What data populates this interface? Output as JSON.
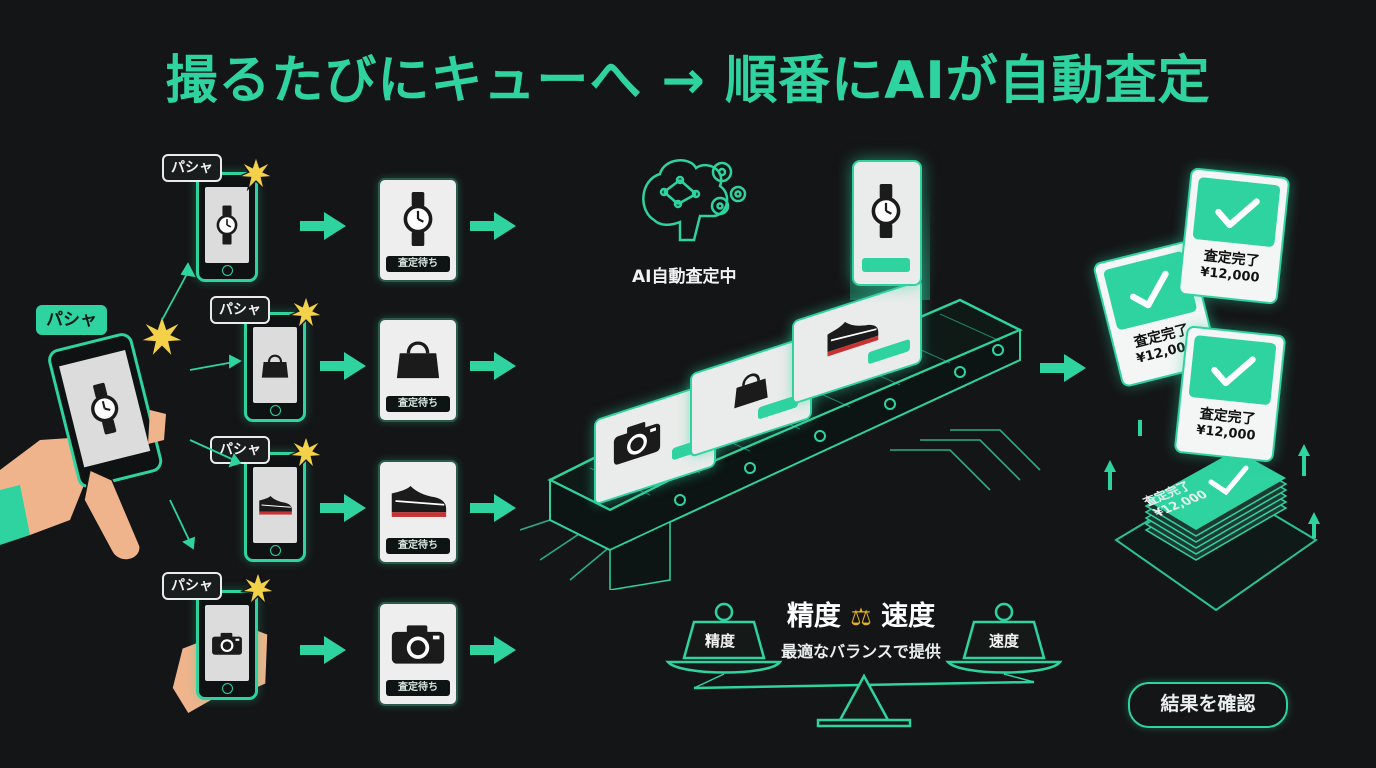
{
  "header": {
    "title": "撮るたびにキューへ → 順番にAIが自動査定"
  },
  "capture": {
    "sound": "パシャ"
  },
  "queue": {
    "status": "査定待ち",
    "items": [
      {
        "icon": "watch-icon"
      },
      {
        "icon": "handbag-icon"
      },
      {
        "icon": "sneaker-icon"
      },
      {
        "icon": "camera-icon"
      }
    ]
  },
  "ai": {
    "label": "AI自動査定中"
  },
  "results": {
    "status": "査定完了",
    "price": "¥12,000",
    "stack_status": "査定完了",
    "stack_price": "¥12,000"
  },
  "balance": {
    "title_left": "精度",
    "title_right": "速度",
    "subtitle": "最適なバランスで提供",
    "weight_left": "精度",
    "weight_right": "速度"
  },
  "actions": {
    "view_results": "結果を確認"
  },
  "colors": {
    "accent": "#2fd3a0",
    "background": "#141517",
    "scale_icon": "#e6b422"
  }
}
